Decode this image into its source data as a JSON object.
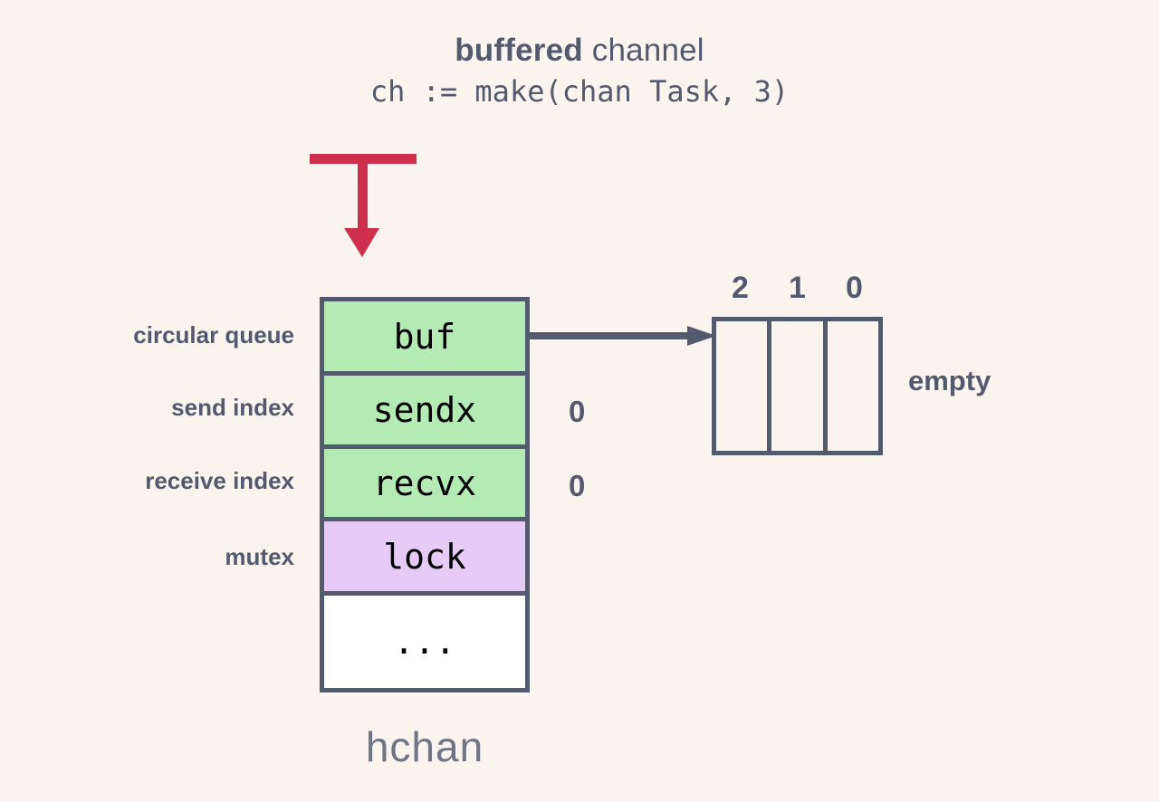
{
  "title": {
    "strong": "buffered",
    "normal": " channel",
    "code": "ch := make(chan Task, 3)"
  },
  "pointer_arrow": {
    "name": "red-pointer-arrow",
    "color": "#ce2f4c"
  },
  "connector": {
    "name": "buf-to-buffer-arrow",
    "color": "#545a6e"
  },
  "hchan": {
    "caption": "hchan",
    "border_color": "#545a6e",
    "rows": [
      {
        "field": "buf",
        "label": "circular queue",
        "value": "",
        "fill": "#b4ebb4",
        "kind": "green"
      },
      {
        "field": "sendx",
        "label": "send index",
        "value": "0",
        "fill": "#b4ebb4",
        "kind": "green"
      },
      {
        "field": "recvx",
        "label": "receive index",
        "value": "0",
        "fill": "#b4ebb4",
        "kind": "green"
      },
      {
        "field": "lock",
        "label": "mutex",
        "value": "",
        "fill": "#e6cbf6",
        "kind": "purple"
      },
      {
        "field": "...",
        "label": "",
        "value": "",
        "fill": "#ffffff",
        "kind": "plain"
      }
    ]
  },
  "buffer": {
    "indices": [
      "2",
      "1",
      "0"
    ],
    "cells": [
      "",
      "",
      ""
    ],
    "status": "empty",
    "border_color": "#545a6e"
  },
  "colors": {
    "background": "#faf4ef",
    "slate": "#545a6e",
    "green": "#b4ebb4",
    "purple": "#e6cbf6",
    "red": "#ce2f4c"
  }
}
